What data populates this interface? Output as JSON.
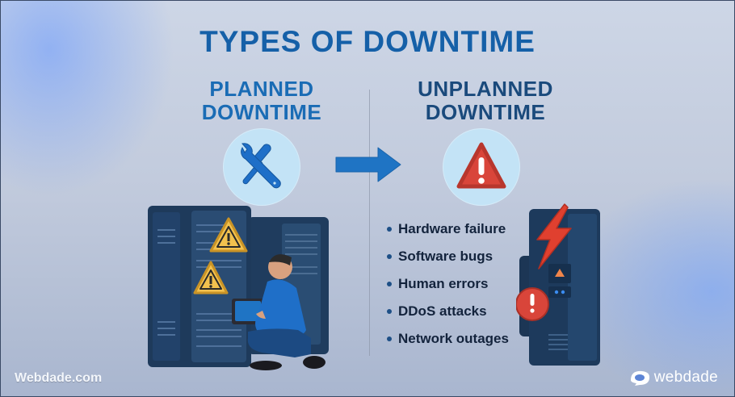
{
  "title": "TYPES OF DOWNTIME",
  "planned": {
    "heading_line1": "PLANNED",
    "heading_line2": "DOWNTIME",
    "icon": "wrench-screwdriver-icon"
  },
  "unplanned": {
    "heading_line1": "UNPLANNED",
    "heading_line2": "DOWNTIME",
    "icon": "warning-triangle-icon",
    "causes": [
      "Hardware failure",
      "Software bugs",
      "Human errors",
      "DDoS attacks",
      "Network outages"
    ]
  },
  "footer": {
    "site": "Webdade.com",
    "brand": "webdade"
  },
  "colors": {
    "title": "#1560a8",
    "planned_heading": "#1a6cb5",
    "unplanned_heading": "#1a4a7c",
    "arrow": "#1f74c4",
    "warning_red": "#d9453a",
    "caution_yellow": "#f2c14e",
    "server": "#24456a"
  }
}
